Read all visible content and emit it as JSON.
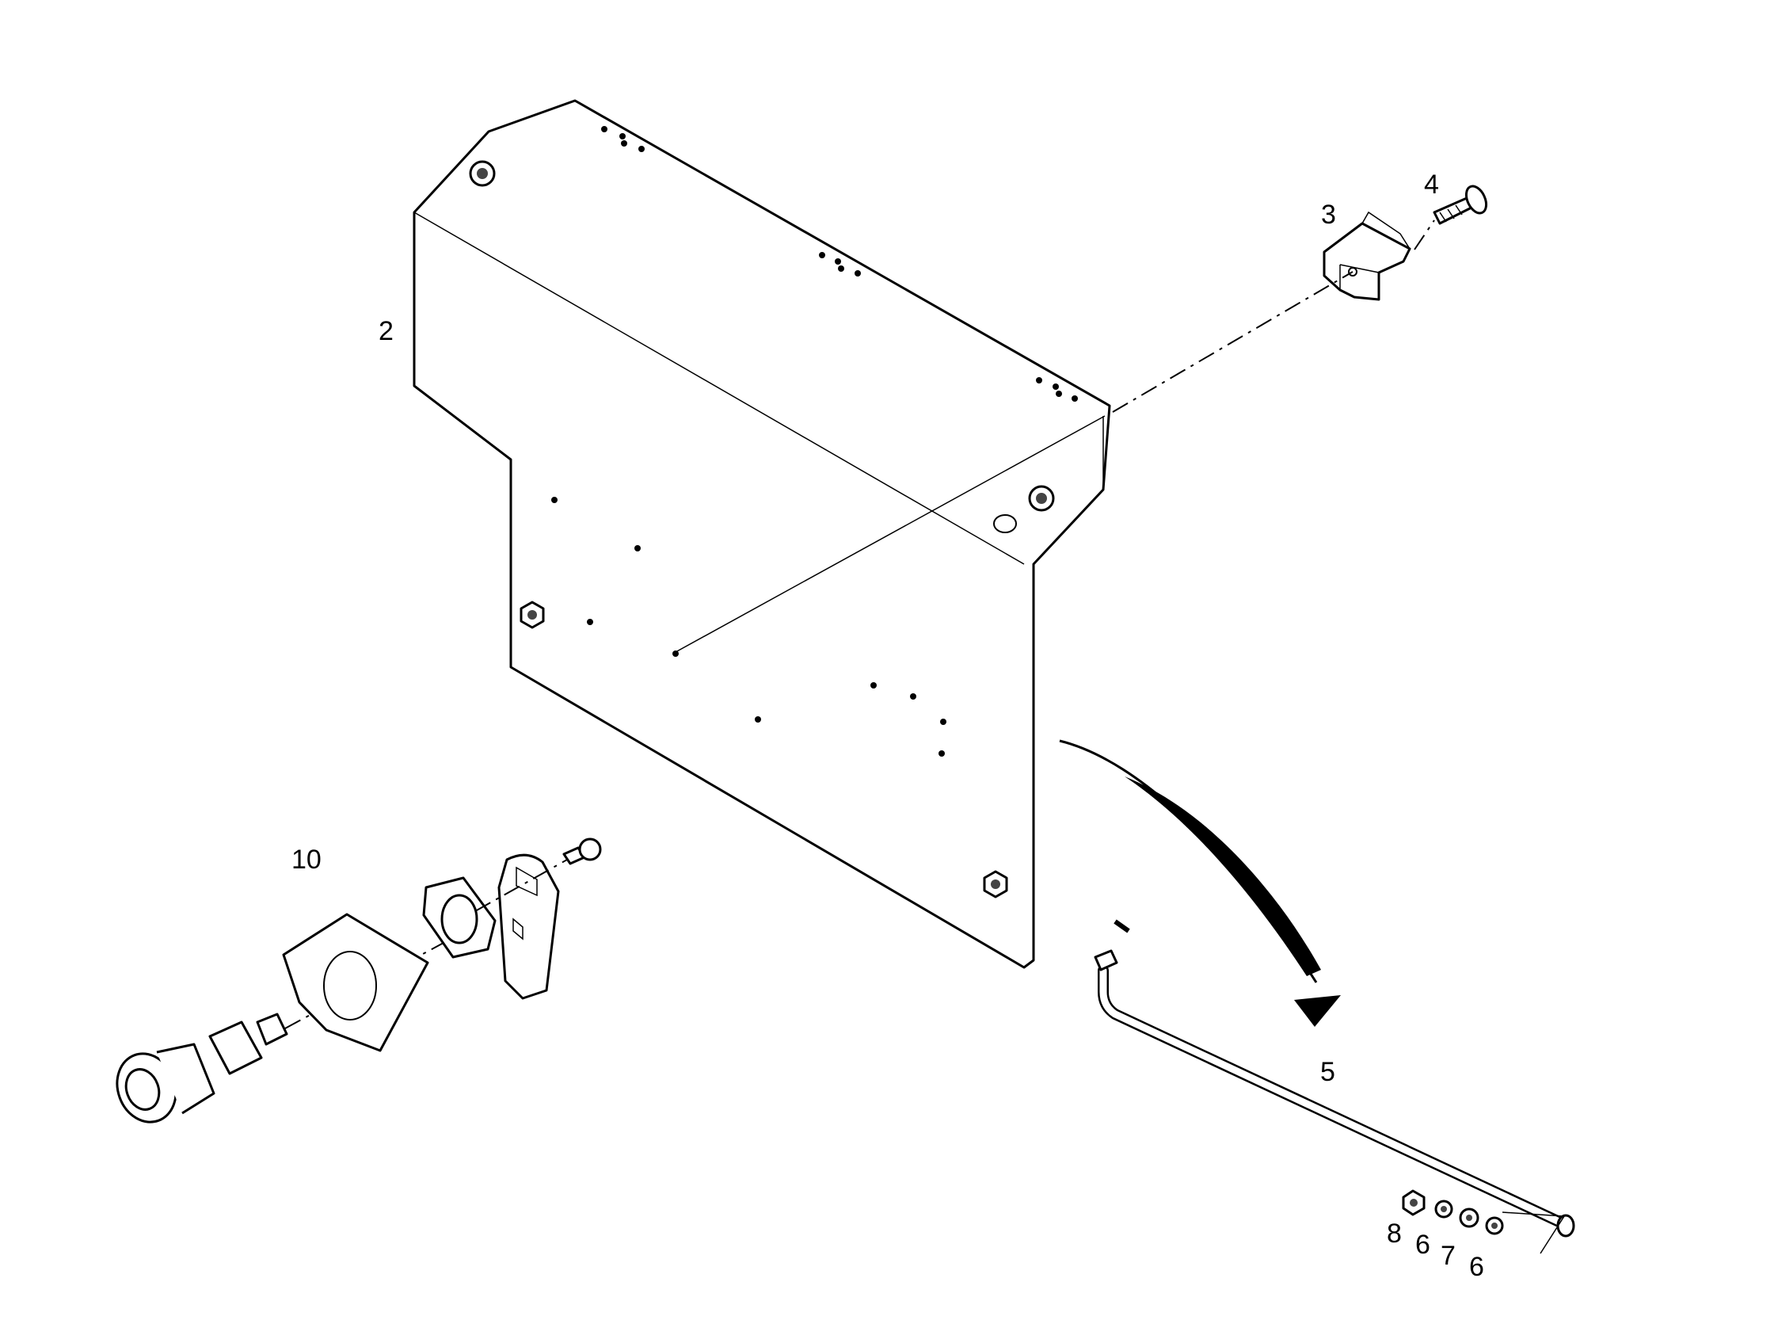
{
  "callouts": {
    "panel": "2",
    "clip": "3",
    "screw": "4",
    "rod": "5",
    "washer_a": "6",
    "washer_c": "7",
    "nut": "8",
    "washer_b": "6",
    "lock": "10"
  },
  "colors": {
    "line": "#000000",
    "background": "#ffffff"
  }
}
